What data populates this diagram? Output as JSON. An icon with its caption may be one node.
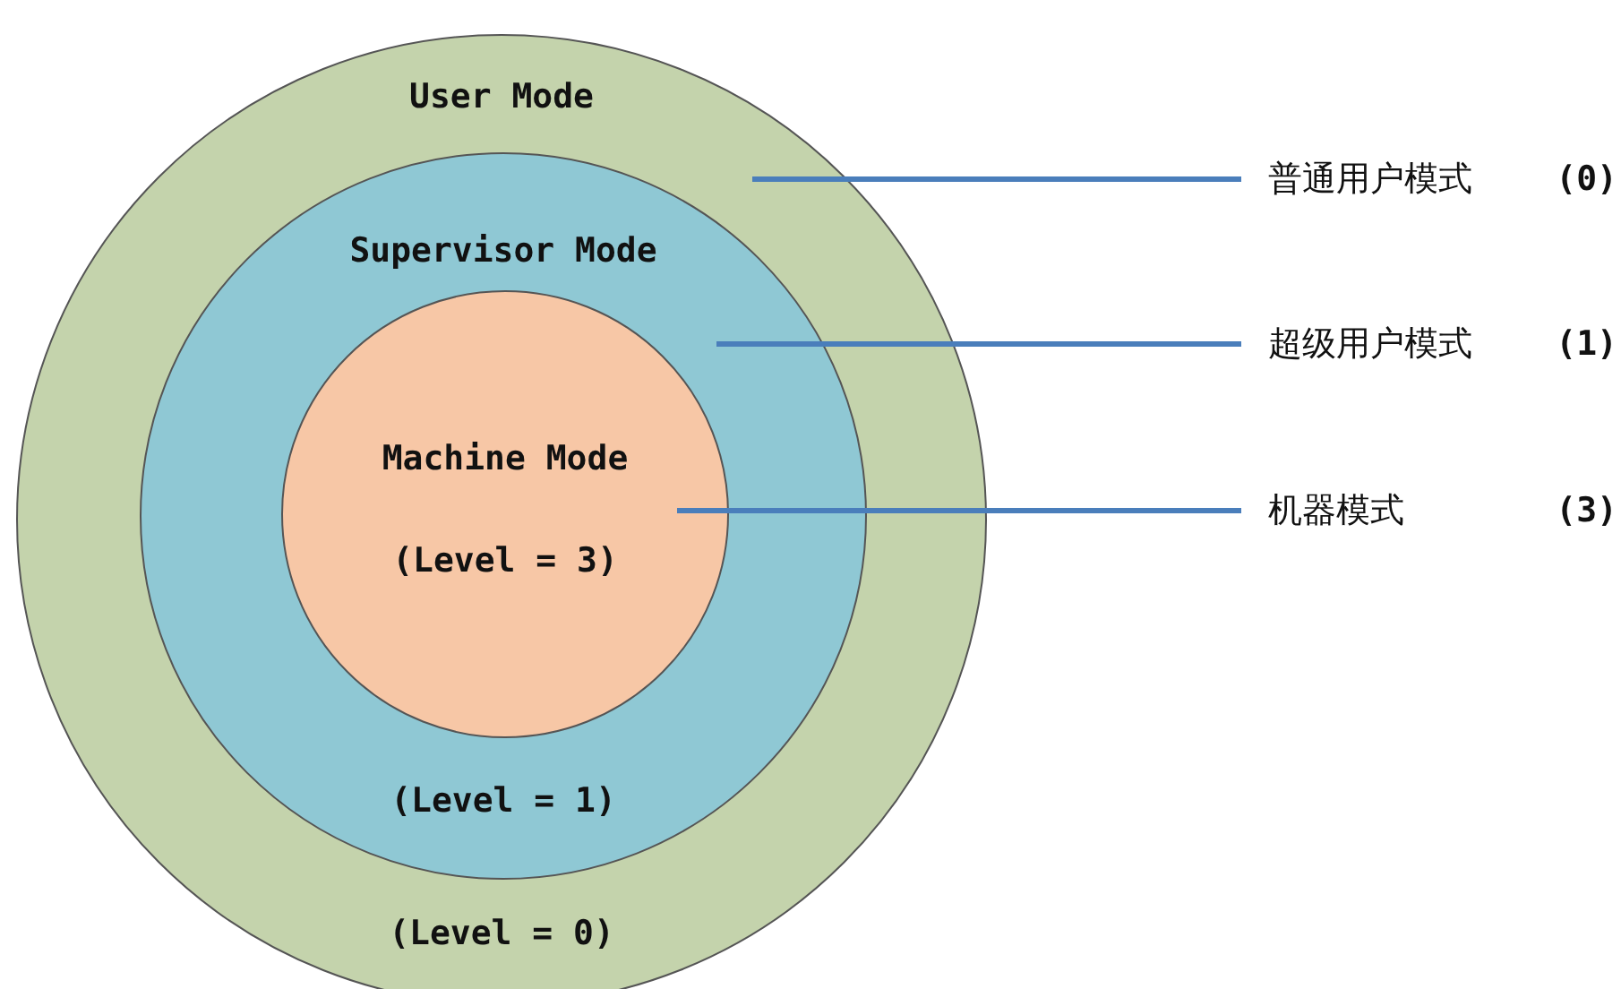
{
  "diagram": {
    "nodes": [
      {
        "text": [
          "User Mode",
          "(Level = 0)"
        ]
      },
      {
        "text": [
          "Supervisor Mode",
          "(Level = 1)"
        ],
        "in": 0
      },
      {
        "text": [
          "Machine Mode",
          "(Level = 3)"
        ],
        "in": 1
      },
      {
        "text": [
          "普通用户模式",
          "(0)"
        ]
      },
      {
        "text": [
          "超级用户模式",
          "(1)"
        ]
      },
      {
        "text": [
          "机器模式",
          "(3)"
        ]
      }
    ],
    "edges": [
      {
        "from": 3,
        "to": 0,
        "arrow": "none"
      },
      {
        "from": 4,
        "to": 1,
        "arrow": "none"
      },
      {
        "from": 5,
        "to": 2,
        "arrow": "none"
      }
    ]
  }
}
